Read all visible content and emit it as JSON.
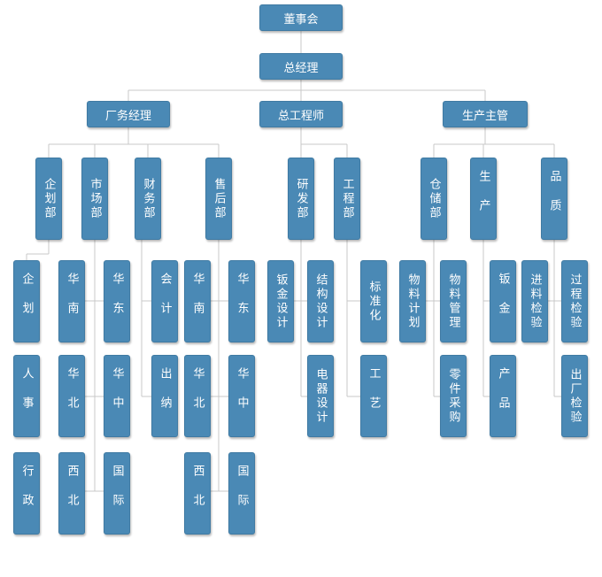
{
  "org": {
    "board": "董事会",
    "gm": "总经理",
    "factory_mgr": "厂务经理",
    "chief_engineer": "总工程师",
    "production_mgr": "生产主管",
    "planning_dept": "企划部",
    "market_dept": "市场部",
    "finance_dept": "财务部",
    "aftersales_dept": "售后部",
    "rd_dept": "研发部",
    "engineering_dept": "工程部",
    "warehouse_dept": "仓储部",
    "production": "生产",
    "quality": "品质",
    "planning": "企划",
    "hr": "人事",
    "admin": "行政",
    "m_south": "华南",
    "m_east": "华东",
    "m_north": "华北",
    "m_central": "华中",
    "m_northwest": "西北",
    "m_intl": "国际",
    "accounting": "会计",
    "cashier": "出纳",
    "a_south": "华南",
    "a_east": "华东",
    "a_north": "华北",
    "a_central": "华中",
    "a_northwest": "西北",
    "a_intl": "国际",
    "sheetmetal_design": "钣金设计",
    "structure_design": "结构设计",
    "electrical_design": "电器设计",
    "standardization": "标准化",
    "process": "工艺",
    "material_plan": "物料计划",
    "material_mgmt": "物料管理",
    "parts_purchase": "零件采购",
    "sheetmetal": "钣金",
    "product": "产品",
    "incoming_inspection": "进料检验",
    "process_inspection": "过程检验",
    "outgoing_inspection": "出厂检验"
  },
  "colors": {
    "box_fill": "#4a89b5",
    "box_border": "#3f7aa3",
    "connector": "#c8c8c8",
    "text": "#ffffff"
  }
}
